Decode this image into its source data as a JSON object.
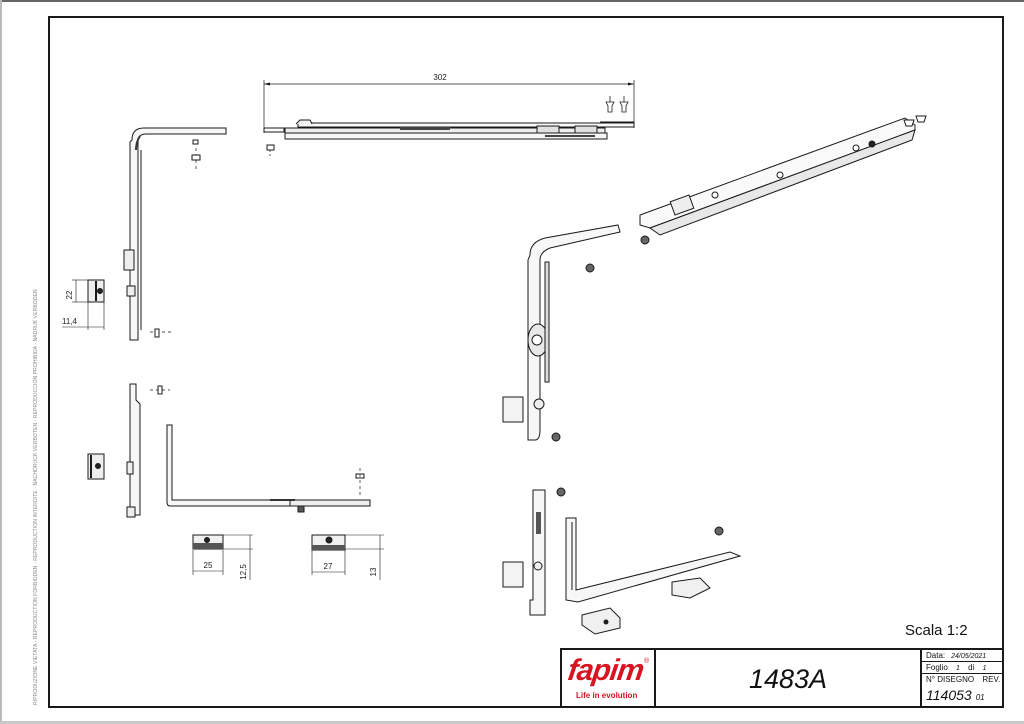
{
  "sheet": {
    "side_note": "RIPRODUZIONE VIETATA - REPRODUCTION FORBIDDEN - REPRODUCTION INTERDITE - NACHDRUCK VERBOTEN - REPRODUCCION PROHIBIDA - NADRUK VERBODEN",
    "scale": "Scala 1:2"
  },
  "dimensions": {
    "overall_length": "302",
    "keeper_height": "22",
    "keeper_width": "11,4",
    "block_a_width": "25",
    "block_a_height": "12,5",
    "block_b_width": "27",
    "block_b_height": "13"
  },
  "title_block": {
    "logo_text": "fapim",
    "logo_registered": "®",
    "logo_tagline": "Life in evolution",
    "product_code": "1483A",
    "date_label": "Data:",
    "date_value": "24/05/2021",
    "sheet_label": "Foglio",
    "sheet_number": "1",
    "sheet_of_label": "di",
    "sheet_total": "1",
    "drawing_number_label": "N° DISEGNO",
    "revision_label": "REV.",
    "drawing_number": "114053",
    "revision": "01"
  },
  "colors": {
    "brand_red": "#d7141f",
    "line": "#1a1a1a",
    "part_fill": "#f2f2f2",
    "part_dark": "#555555"
  }
}
